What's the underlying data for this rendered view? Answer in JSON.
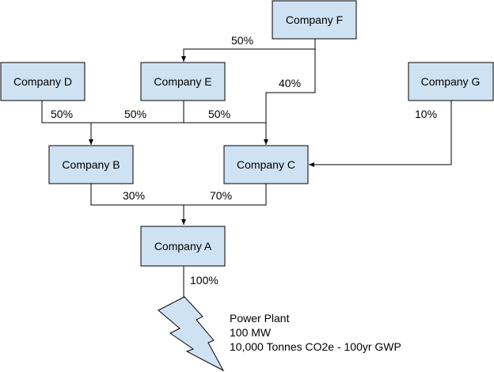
{
  "companies": {
    "f": "Company F",
    "d": "Company D",
    "e": "Company E",
    "g": "Company G",
    "b": "Company B",
    "c": "Company C",
    "a": "Company A"
  },
  "ownership": {
    "f_to_e": "50%",
    "f_to_c": "40%",
    "d_to_b": "50%",
    "e_to_b": "50%",
    "e_to_c": "50%",
    "g_to_c": "10%",
    "b_to_a": "30%",
    "c_to_a": "70%",
    "a_to_plant": "100%"
  },
  "power_plant": {
    "name": "Power Plant",
    "capacity": "100 MW",
    "emissions": "10,000 Tonnes CO2e - 100yr GWP"
  },
  "colors": {
    "box_fill": "#cfe2f3",
    "box_stroke": "#000000",
    "line": "#000000",
    "bolt_fill": "#cfe2f3"
  },
  "icons": {
    "plant_symbol": "lightning-bolt-icon"
  }
}
